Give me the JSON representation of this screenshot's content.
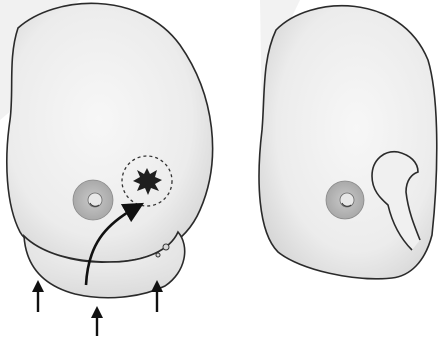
{
  "panels": [
    {
      "id": "before",
      "features": [
        "breast-outline",
        "nipple-areola",
        "tumor-with-dashed-margin",
        "inframammary-flap",
        "rotation-arrow",
        "three-upward-arrows"
      ]
    },
    {
      "id": "after",
      "features": [
        "breast-outline",
        "nipple-areola",
        "flap-inset-contour"
      ]
    }
  ],
  "colors": {
    "skin_light": "#f3f3f3",
    "skin_shade": "#cfcfcf",
    "outline": "#2a2a2a",
    "areola": "#b8b8b8",
    "nipple": "#e6e6e6",
    "tumor": "#1f1f1f",
    "arrow": "#111111"
  }
}
